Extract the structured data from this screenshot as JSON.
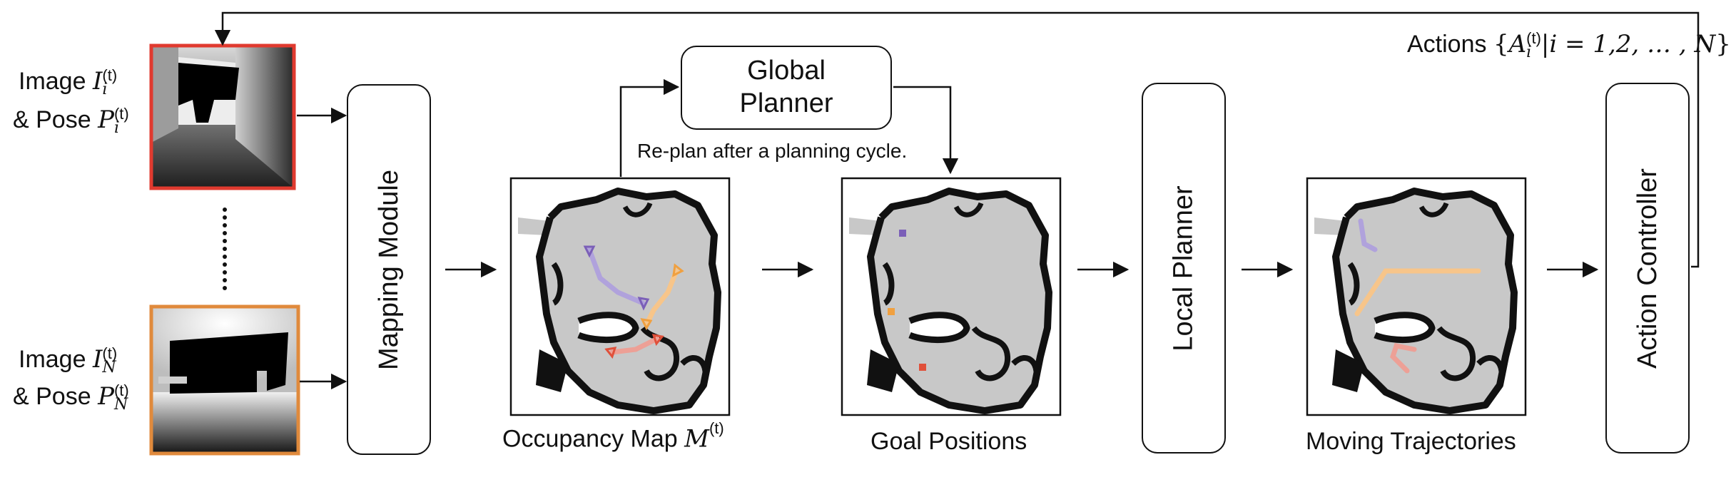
{
  "input_top": {
    "image_word": "Image",
    "image_symbol": "I",
    "image_sub": "i",
    "image_sup": "(t)",
    "pose_word": "& Pose",
    "pose_symbol": "P",
    "pose_sub": "i",
    "pose_sup": "(t)",
    "frame_color": "#e03a2f"
  },
  "input_bottom": {
    "image_word": "Image",
    "image_symbol": "I",
    "image_sub": "N",
    "image_sup": "(t)",
    "pose_word": "& Pose",
    "pose_symbol": "P",
    "pose_sub": "N",
    "pose_sup": "(t)",
    "frame_color": "#e08a3c"
  },
  "modules": {
    "mapping": "Mapping Module",
    "global_planner_line1": "Global",
    "global_planner_line2": "Planner",
    "local_planner": "Local Planner",
    "action_controller": "Action Controller"
  },
  "replan_note": "Re-plan after a planning cycle.",
  "actions_label": {
    "word": "Actions",
    "set_open": "{",
    "symbol": "A",
    "sub": "i",
    "sup": "(t)",
    "condition": "|i = 1,2, … , N",
    "set_close": "}"
  },
  "captions": {
    "occupancy_word": "Occupancy Map",
    "occupancy_symbol": "M",
    "occupancy_sup": "(t)",
    "goals": "Goal Positions",
    "trajectories": "Moving Trajectories"
  },
  "colors": {
    "free_space": "#c8c8c8",
    "obstacle": "#111111",
    "agent_purple": "#7b5fb8",
    "agent_orange": "#f0a040",
    "agent_red": "#e0503a",
    "traj_purple": "#b0a2dc",
    "traj_orange": "#f7c58a",
    "traj_red": "#eda096"
  }
}
